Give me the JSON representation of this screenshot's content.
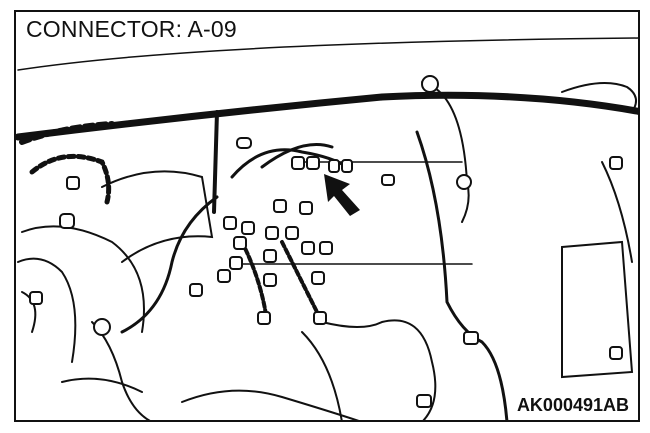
{
  "diagram": {
    "title": "CONNECTOR: A-09",
    "figure_code": "AK000491AB",
    "pointer": "arrow indicating connector A-09",
    "colors": {
      "line": "#111111",
      "background": "#ffffff"
    }
  }
}
